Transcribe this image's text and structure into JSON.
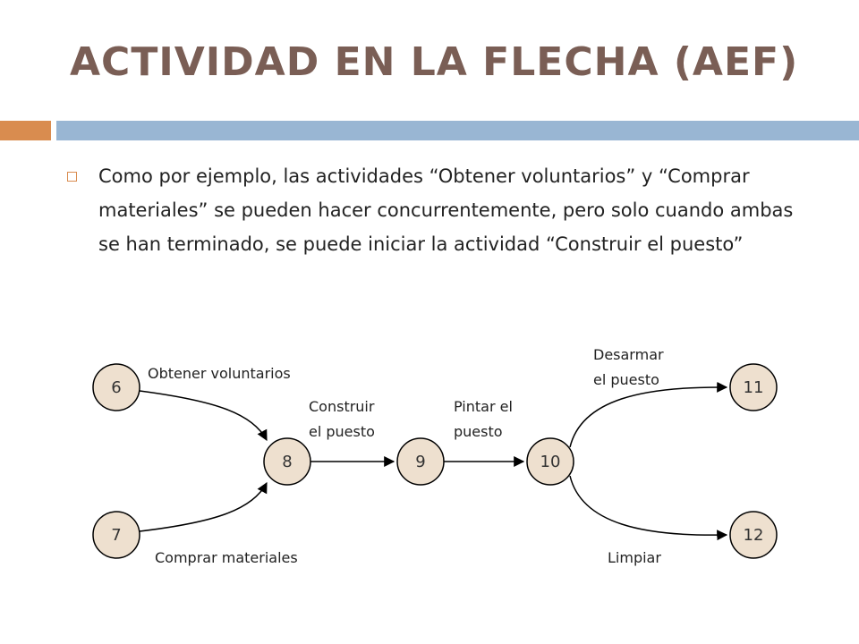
{
  "slide": {
    "title": "ACTIVIDAD EN LA FLECHA (AEF)",
    "bullet": "Como por ejemplo, las actividades “Obtener voluntarios” y “Comprar materiales” se pueden hacer concurrentemente, pero solo cuando ambas se han terminado, se puede iniciar la actividad “Construir el puesto”"
  },
  "diagram": {
    "colors": {
      "node_fill": "#eee0cf",
      "stroke": "#000000"
    },
    "nodes": [
      {
        "id": "6",
        "label": "6"
      },
      {
        "id": "7",
        "label": "7"
      },
      {
        "id": "8",
        "label": "8"
      },
      {
        "id": "9",
        "label": "9"
      },
      {
        "id": "10",
        "label": "10"
      },
      {
        "id": "11",
        "label": "11"
      },
      {
        "id": "12",
        "label": "12"
      }
    ],
    "edges": [
      {
        "from": "6",
        "to": "8",
        "lines": [
          "Obtener voluntarios"
        ]
      },
      {
        "from": "7",
        "to": "8",
        "lines": [
          "Comprar materiales"
        ]
      },
      {
        "from": "8",
        "to": "9",
        "lines": [
          "Construir",
          "el puesto"
        ]
      },
      {
        "from": "9",
        "to": "10",
        "lines": [
          "Pintar el",
          "puesto"
        ]
      },
      {
        "from": "10",
        "to": "11",
        "lines": [
          "Desarmar",
          "el puesto"
        ]
      },
      {
        "from": "10",
        "to": "12",
        "lines": [
          "Limpiar"
        ]
      }
    ]
  }
}
